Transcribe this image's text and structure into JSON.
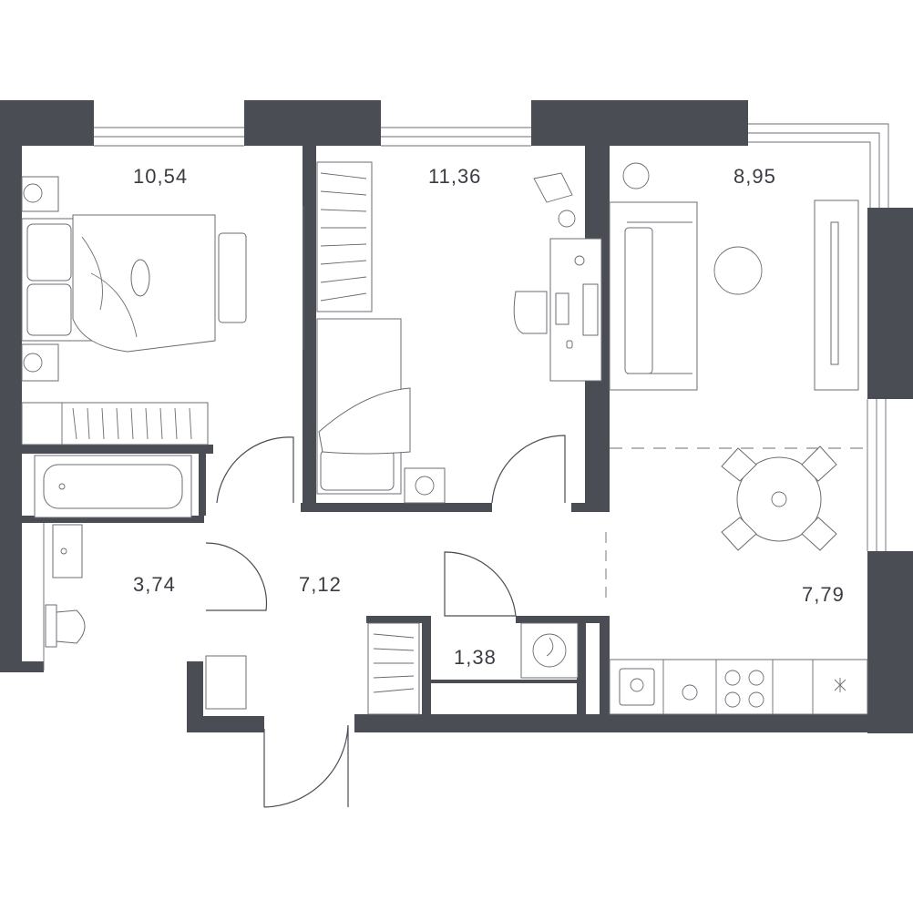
{
  "rooms": {
    "bedroom_1": {
      "area": "10,54"
    },
    "bedroom_2": {
      "area": "11,36"
    },
    "living_room": {
      "area": "8,95"
    },
    "kitchen": {
      "area": "7,79"
    },
    "bathroom": {
      "area": "3,74"
    },
    "hallway": {
      "area": "7,12"
    },
    "storage": {
      "area": "1,38"
    }
  },
  "colors": {
    "wall": "#4b4d55",
    "furniture_line": "#6a6c74",
    "background": "#ffffff"
  },
  "icons": [
    "bed-icon",
    "desk-icon",
    "sofa-icon",
    "tv-icon",
    "dining-table-icon",
    "bathtub-icon",
    "sink-icon",
    "toilet-icon",
    "stove-icon",
    "washing-machine-icon",
    "wardrobe-icon",
    "door-swing-icon"
  ]
}
